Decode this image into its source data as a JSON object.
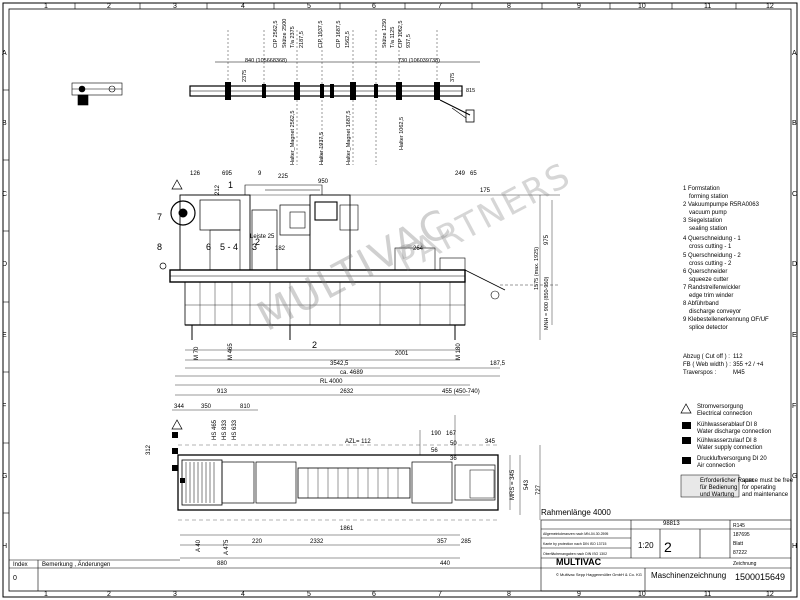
{
  "frame": {
    "cols": [
      "1",
      "2",
      "3",
      "4",
      "5",
      "6",
      "7",
      "8",
      "9",
      "10",
      "11",
      "12"
    ],
    "rows": [
      "A",
      "B",
      "C",
      "D",
      "E",
      "F",
      "G",
      "H"
    ]
  },
  "top_view": {
    "dim_840": "840  (105668368)",
    "dim_730": "730  (106039738)",
    "vlabels": [
      "CIP 2562,5",
      "Stütze 2500",
      "T/a 2375",
      "2187,5",
      "CIP 1937,5",
      "CIP 1687,5",
      "1562,5",
      "Stütze 1250",
      "T/a 1125",
      "CIP 1062,5",
      "937,5",
      "2375",
      "375",
      "815"
    ],
    "halter": [
      "Halter_Magnet 2562,5",
      "Halter_Magnet 1687,5",
      "Halter 1937,5",
      "Halter 1062,5"
    ]
  },
  "side_view": {
    "dims": [
      "126",
      "695",
      "212",
      "9",
      "225",
      "950",
      "249",
      "65",
      "175",
      "2",
      "5 - 4",
      "3",
      "Leiste 25",
      "182",
      "264",
      "7",
      "8",
      "6",
      "1",
      "975",
      "MNH = 900 (850-950)",
      "1575 (max. 1925)",
      "M 70",
      "M 465",
      "M 180",
      "2001",
      "3542,5",
      "187,5",
      "2"
    ]
  },
  "legend": {
    "items": [
      "1 Formstation",
      "forming station",
      "2 Vakuumpumpe R5RA0063",
      "vacuum pump",
      "3 Siegelstation",
      "sealing station",
      "4 Querschneidung - 1",
      "cross cutting - 1",
      "5 Querschneidung - 2",
      "cross cutting - 2",
      "6 Querschneider",
      "squeeze cutter",
      "7 Randstreifenwickler",
      "edge trim winder",
      "8 Abführband",
      "discharge conveyor",
      "9 Klebestellenerkennung OF/UF",
      "splice detector"
    ],
    "abzug": [
      "Abzug ( Cut off ) :",
      "FB ( Web width ) :",
      "Traverspos :"
    ],
    "abzug_vals": [
      "112",
      "355 +2 / +4",
      "M45"
    ]
  },
  "plan_view": {
    "dims": [
      "ca. 4689",
      "RL 4000",
      "2632",
      "455 (450-740)",
      "913",
      "350",
      "810",
      "344",
      "HS 465",
      "HS 833",
      "HS 633",
      "312",
      "AZL= 112",
      "190",
      "167",
      "50",
      "345",
      "56",
      "36",
      "1861",
      "2332",
      "357",
      "285",
      "220",
      "A 40",
      "A 475",
      "880",
      "440",
      "MRS = 345",
      "543",
      "727"
    ]
  },
  "supply": {
    "items": [
      "Stromversorgung",
      "Electrical connection",
      "Kühlwasserablauf DI 8",
      "Water discharge connection",
      "Kühlwasserzulauf DI 8",
      "Water supply connection",
      "Druckluftversorgung DI 20",
      "Air connection",
      "Erforderlicher Raum",
      "für Bedienung",
      "und Wartung",
      "space must be free",
      "for operating",
      "and maintenance"
    ]
  },
  "titleblock": {
    "rahmen": "Rahmenlänge 4000",
    "doc_no": "98813",
    "scale": "1:20",
    "size": "2",
    "company": "MULTIVAC",
    "company_full": "© Multivac Sepp Haggenmüller GmbH & Co. KG",
    "title": "Maschinenzeichnung",
    "drawing_no": "1500015649",
    "meta": [
      "R145",
      "187695",
      "Blatt",
      "87222",
      "Zeichnung"
    ],
    "rows": [
      "Allgemeintoleranzen nach MN-04.30.2595",
      "Kante by protection nach DIN ISO 13715",
      "Oberflächenangaben nach DIN ISO 1302"
    ],
    "index_hdr": "Index",
    "changes_hdr": "Bemerkung , Änderungen",
    "zero": "0"
  },
  "watermark": [
    "MULTIVAC",
    "PARTNERS"
  ]
}
